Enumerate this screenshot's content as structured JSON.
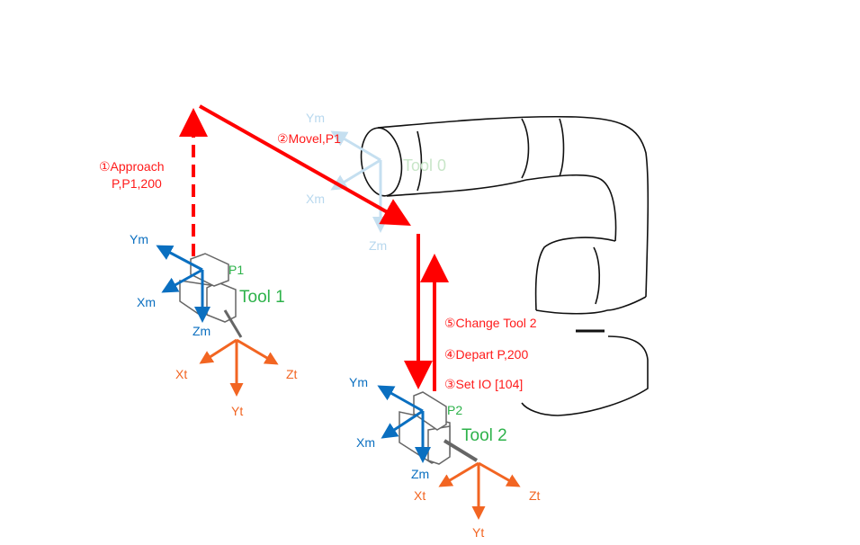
{
  "colors": {
    "path": "#ff0000",
    "mech_axis": "#0a6fc0",
    "tool_axis": "#f26522",
    "tool_label": "#2db24a",
    "tool0_axis": "#c5dff0",
    "tool0_label": "#c8e6c8"
  },
  "steps": {
    "approach": [
      "①Approach",
      "P,P1,200"
    ],
    "movel": "②Movel,P1",
    "set_io": "③Set IO [104]",
    "depart": "④Depart P,200",
    "change_tool": "⑤Change Tool 2"
  },
  "tool0": {
    "label": "Tool 0",
    "axes": {
      "x": "Xm",
      "y": "Ym",
      "z": "Zm"
    }
  },
  "tool1": {
    "label": "Tool 1",
    "point": "P1",
    "mech_axes": {
      "x": "Xm",
      "y": "Ym",
      "z": "Zm"
    },
    "tool_axes": {
      "x": "Xt",
      "y": "Yt",
      "z": "Zt"
    }
  },
  "tool2": {
    "label": "Tool 2",
    "point": "P2",
    "mech_axes": {
      "x": "Xm",
      "y": "Ym",
      "z": "Zm"
    },
    "tool_axes": {
      "x": "Xt",
      "y": "Yt",
      "z": "Zt"
    }
  }
}
